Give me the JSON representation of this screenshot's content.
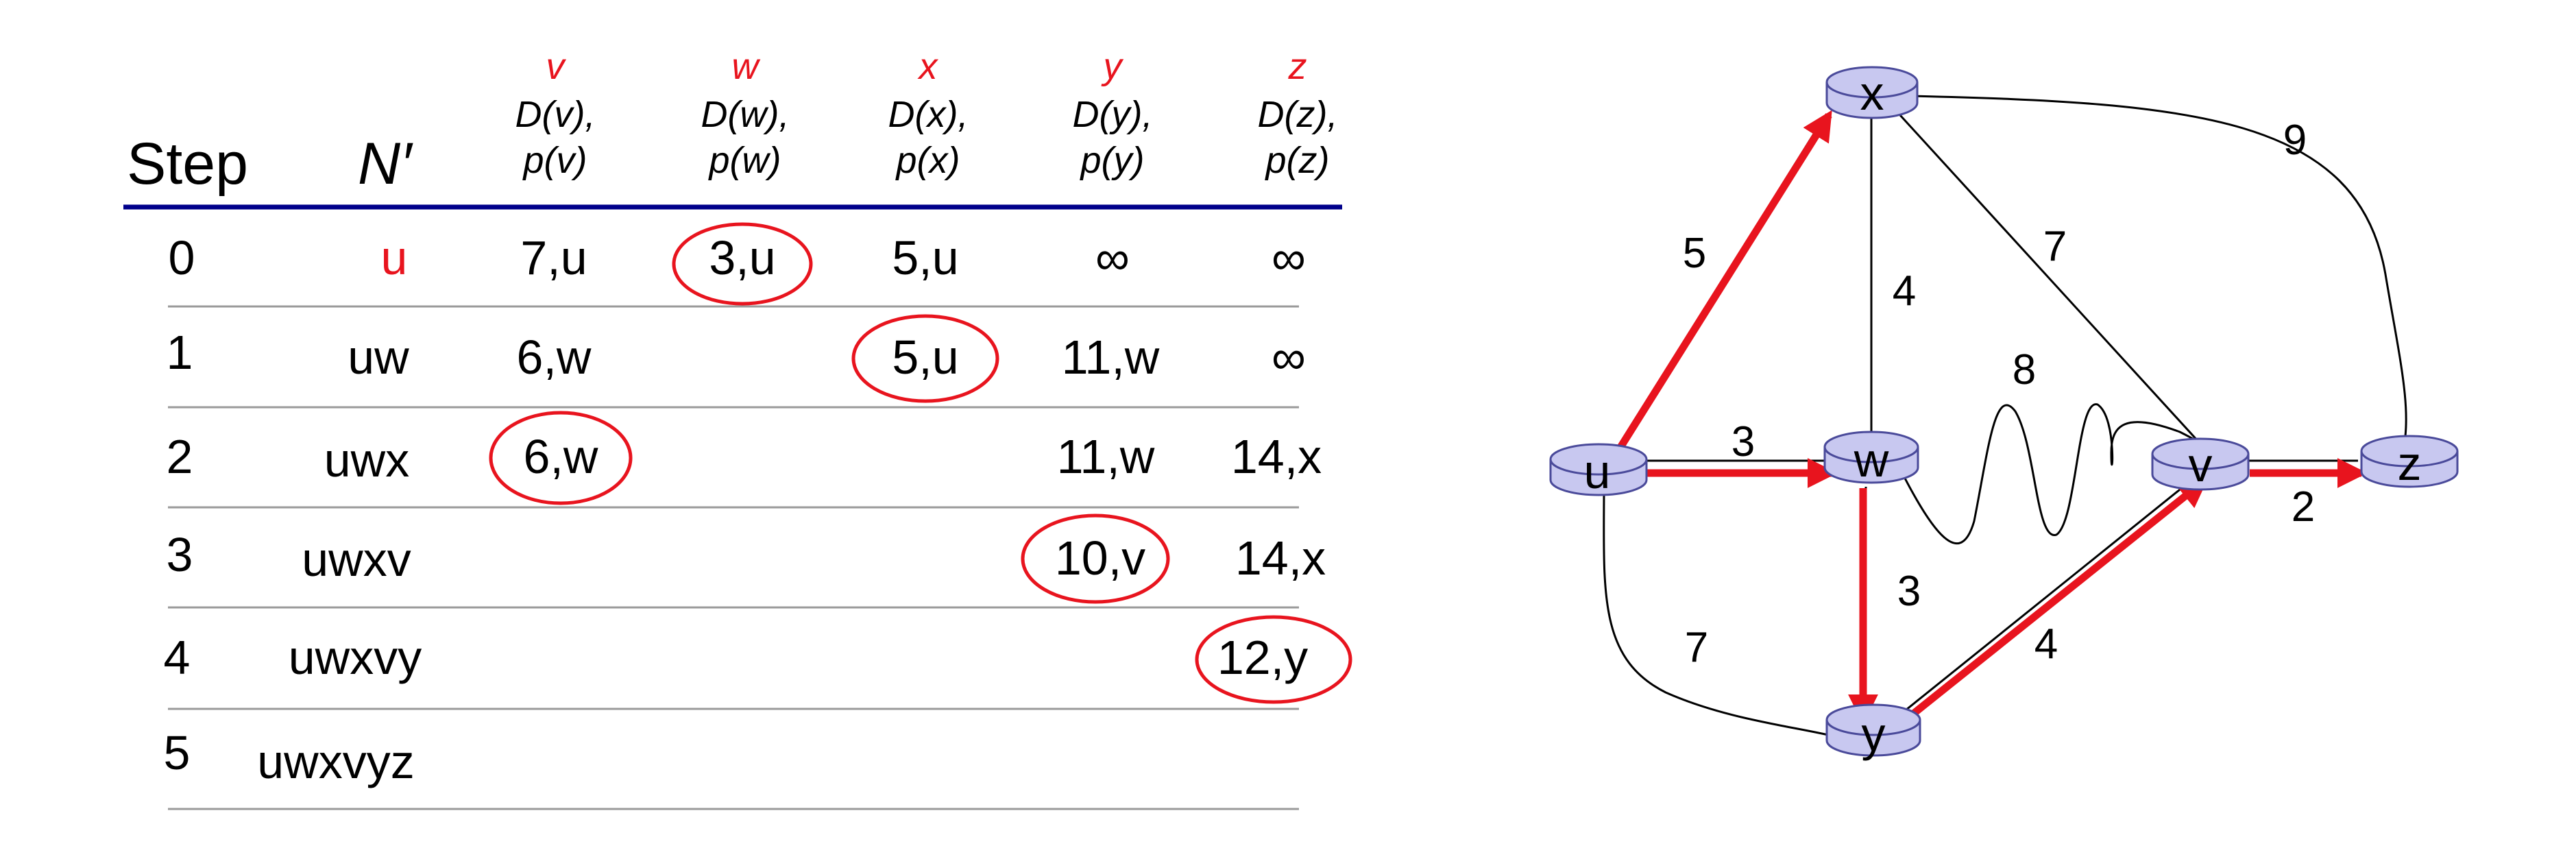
{
  "table": {
    "step_header": "Step",
    "n_header": "N′",
    "columns": [
      {
        "node": "v",
        "line1": "D(v),",
        "line2": "p(v)"
      },
      {
        "node": "w",
        "line1": "D(w),",
        "line2": "p(w)"
      },
      {
        "node": "x",
        "line1": "D(x),",
        "line2": "p(x)"
      },
      {
        "node": "y",
        "line1": "D(y),",
        "line2": "p(y)"
      },
      {
        "node": "z",
        "line1": "D(z),",
        "line2": "p(z)"
      }
    ],
    "rows": [
      {
        "step": "0",
        "nprime": "u",
        "cells": [
          "7,u",
          "3,u",
          "5,u",
          "∞",
          "∞"
        ],
        "circled_col": 1
      },
      {
        "step": "1",
        "nprime": "uw",
        "cells": [
          "6,w",
          "",
          "5,u",
          "11,w",
          "∞"
        ],
        "circled_col": 2
      },
      {
        "step": "2",
        "nprime": "uwx",
        "cells": [
          "6,w",
          "",
          "",
          "11,w",
          "14,x"
        ],
        "circled_col": 0
      },
      {
        "step": "3",
        "nprime": "uwxv",
        "cells": [
          "",
          "",
          "",
          "10,v",
          "14,x"
        ],
        "circled_col": 3
      },
      {
        "step": "4",
        "nprime": "uwxvy",
        "cells": [
          "",
          "",
          "",
          "",
          "12,y"
        ],
        "circled_col": 4
      },
      {
        "step": "5",
        "nprime": "uwxvyz",
        "cells": [
          "",
          "",
          "",
          "",
          ""
        ],
        "circled_col": -1
      }
    ]
  },
  "graph": {
    "nodes": [
      "x",
      "u",
      "w",
      "v",
      "z",
      "y"
    ],
    "edge_weights": {
      "u_x": "5",
      "u_w": "3",
      "u_y": "7",
      "x_w": "4",
      "x_v": "7",
      "x_z": "9",
      "w_v": "8",
      "w_y": "3",
      "y_v": "4",
      "v_z": "2"
    }
  },
  "colors": {
    "highlight": "#e8141e",
    "header_rule": "#00008b",
    "router_fill": "#c8c8f0",
    "router_stroke": "#4a4a9a"
  }
}
